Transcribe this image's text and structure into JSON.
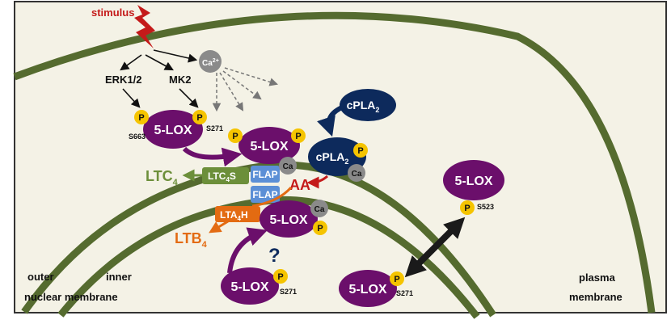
{
  "colors": {
    "background": "#f4f2e6",
    "membrane": "#556b2f",
    "lox": "#6b0f6b",
    "cpla": "#0d2a5c",
    "phospho": "#f5c400",
    "calcium": "#8a8a8a",
    "flap": "#5b8fd6",
    "ltc4s": "#6c8f3a",
    "lta4h": "#e36b12",
    "aa": "#c41a1a",
    "stimulus": "#c41a1a"
  },
  "stimulus": "stimulus",
  "kinases": {
    "erk": "ERK1/2",
    "mk2": "MK2"
  },
  "calcium": {
    "base": "Ca",
    "sup": "2+",
    "short": "Ca"
  },
  "lox": "5-LOX",
  "p": "P",
  "sites": {
    "s663": "S663",
    "s271": "S271",
    "s523": "S523"
  },
  "cpla2": {
    "base": "cPLA",
    "sub": "2"
  },
  "aa": "AA",
  "ltc4": {
    "base": "LTC",
    "sub": "4"
  },
  "ltc4s": {
    "base": "LTC",
    "sub": "4",
    "suffix": "S"
  },
  "flap": "FLAP",
  "lta4h": {
    "base": "LTA",
    "sub": "4",
    "suffix": "H"
  },
  "ltb4": {
    "base": "LTB",
    "sub": "4"
  },
  "question": "?",
  "labels": {
    "outer": "outer",
    "inner": "inner",
    "nuclear_membrane": "nuclear membrane",
    "plasma": "plasma",
    "membrane": "membrane"
  }
}
